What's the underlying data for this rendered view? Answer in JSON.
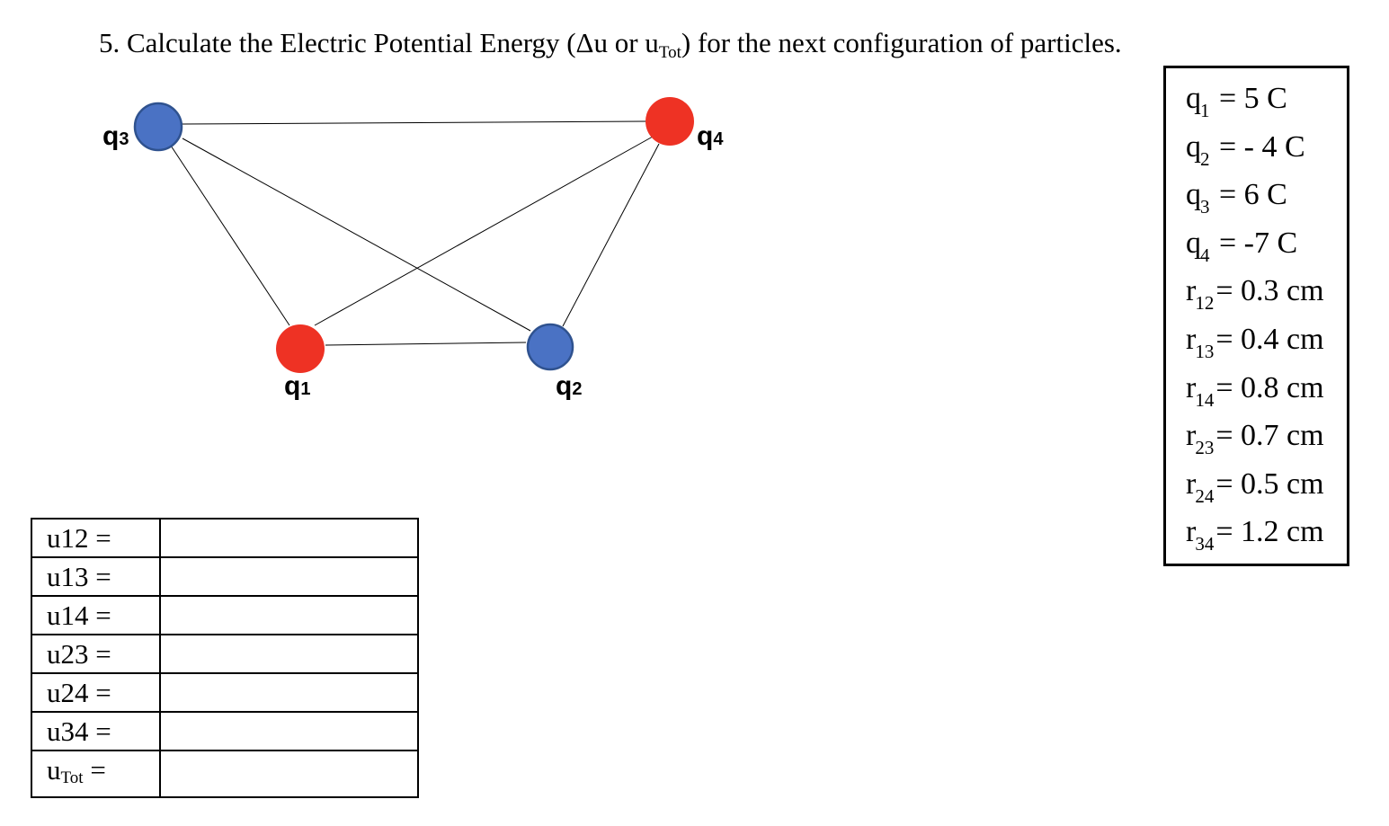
{
  "problem": {
    "title_main": "5. Calculate the Electric Potential Energy (Δu or u",
    "title_sub": "Tot",
    "title_end": ") for the next configuration of particles."
  },
  "diagram": {
    "particles": [
      {
        "id": "q1",
        "label": "q",
        "label_sub": "1",
        "color": "#ee3224"
      },
      {
        "id": "q2",
        "label": "q",
        "label_sub": "2",
        "color": "#4a72c4"
      },
      {
        "id": "q3",
        "label": "q",
        "label_sub": "3",
        "color": "#4a72c4"
      },
      {
        "id": "q4",
        "label": "q",
        "label_sub": "4",
        "color": "#ee3224"
      }
    ],
    "line_color": "#000000",
    "outline_color": "#2f528f"
  },
  "given": [
    {
      "var": "q",
      "sub": "1",
      "val": " = 5 C"
    },
    {
      "var": "q",
      "sub": "2",
      "val": " = - 4 C"
    },
    {
      "var": "q",
      "sub": "3",
      "val": " = 6 C"
    },
    {
      "var": "q",
      "sub": "4",
      "val": " = -7 C"
    },
    {
      "var": "r",
      "sub": "12",
      "val": "= 0.3 cm"
    },
    {
      "var": "r",
      "sub": "13",
      "val": "= 0.4 cm"
    },
    {
      "var": "r",
      "sub": "14",
      "val": "= 0.8 cm"
    },
    {
      "var": "r",
      "sub": "23",
      "val": "= 0.7 cm"
    },
    {
      "var": "r",
      "sub": "24",
      "val": "= 0.5 cm"
    },
    {
      "var": "r",
      "sub": "34",
      "val": "= 1.2 cm"
    }
  ],
  "answers": [
    {
      "label": "u12 =",
      "sub": "",
      "value": ""
    },
    {
      "label": "u13 =",
      "sub": "",
      "value": ""
    },
    {
      "label": "u14 =",
      "sub": "",
      "value": ""
    },
    {
      "label": "u23 =",
      "sub": "",
      "value": ""
    },
    {
      "label": "u24 =",
      "sub": "",
      "value": ""
    },
    {
      "label": "u34 =",
      "sub": "",
      "value": ""
    },
    {
      "label": "u",
      "sub": "Tot",
      "label_end": " =",
      "value": ""
    }
  ]
}
